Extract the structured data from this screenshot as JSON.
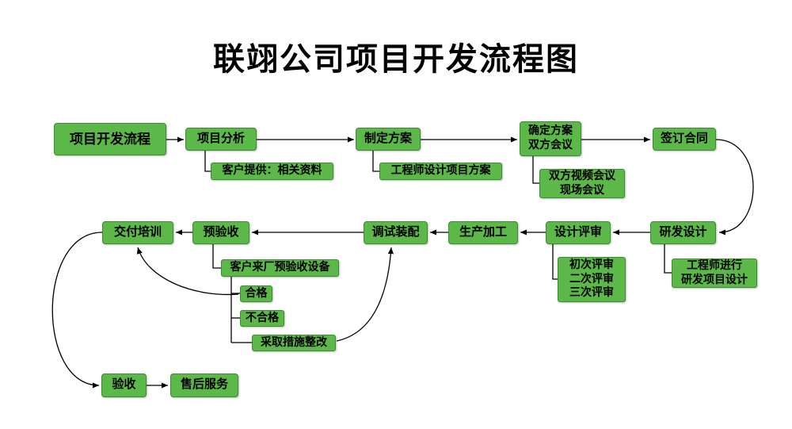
{
  "title": "联翊公司项目开发流程图",
  "colors": {
    "box_fill": "#5cb849",
    "box_border": "#3c8c30",
    "line": "#000000",
    "text": "#000000",
    "background": "#ffffff"
  },
  "flow": {
    "start": "项目开发流程",
    "project_analysis": "项目分析",
    "make_plan": "制定方案",
    "confirm_plan": "确定方案\n双方会议",
    "sign_contract": "签订合同",
    "rd_design": "研发设计",
    "design_review": "设计评审",
    "production": "生产加工",
    "debug_assembly": "调试装配",
    "pre_acceptance": "预验收",
    "delivery_training": "交付培训",
    "acceptance": "验收",
    "after_sales": "售后服务"
  },
  "annotations": {
    "customer_materials": "客户提供：相关资料",
    "engineer_plan": "工程师设计项目方案",
    "meetings": "双方视频会议\n现场会议",
    "pre_acceptance_note": "客户来厂预验收设备",
    "qualified": "合格",
    "unqualified": "不合格",
    "rectify": "采取措施整改",
    "reviews": "初次评审\n二次评审\n三次评审",
    "engineer_rd": "工程师进行\n研发项目设计"
  }
}
